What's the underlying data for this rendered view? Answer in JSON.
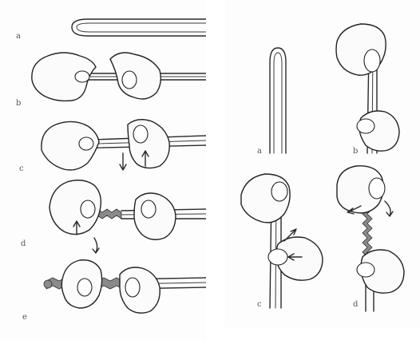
{
  "figure_left": {
    "steps": [
      {
        "label": "a"
      },
      {
        "label": "b"
      },
      {
        "label": "c"
      },
      {
        "label": "d"
      },
      {
        "label": "e"
      }
    ]
  },
  "figure_right": {
    "steps": [
      {
        "label": "a"
      },
      {
        "label": "b"
      },
      {
        "label": "c"
      },
      {
        "label": "d"
      }
    ]
  },
  "icons": {
    "arrow": "arrow-icon",
    "hand": "hand-icon",
    "cord": "cord-icon"
  }
}
